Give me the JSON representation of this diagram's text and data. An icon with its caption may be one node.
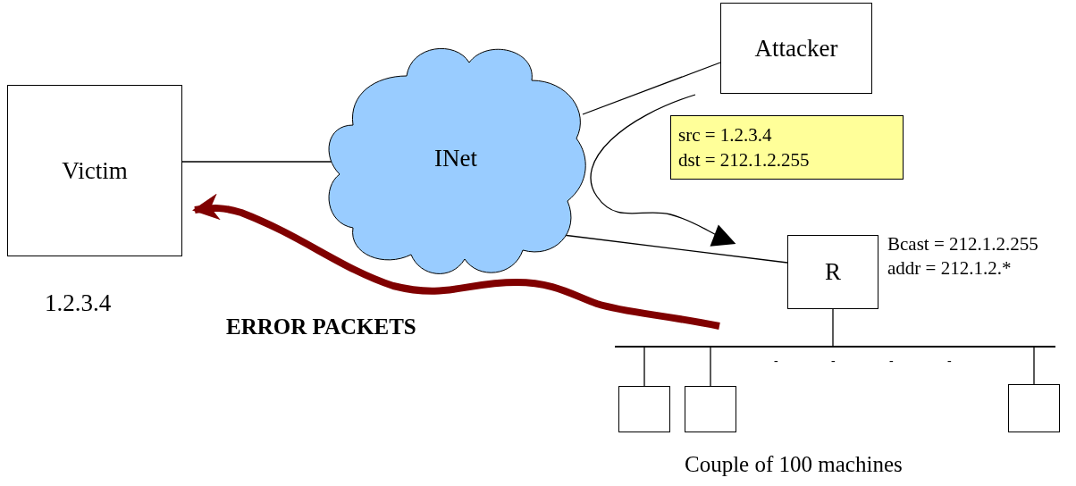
{
  "diagram": {
    "nodes": [
      {
        "text": [
          "Victim"
        ],
        "beside": [
          "1.2.3.4"
        ]
      },
      {
        "text": [
          "INet"
        ]
      },
      {
        "text": [
          "Attacker"
        ]
      },
      {
        "text": [
          "src = 1.2.3.4",
          "dst = 212.1.2.255"
        ]
      },
      {
        "text": [
          "R"
        ],
        "beside": [
          "Bcast = 212.1.2.255",
          "addr = 212.1.2.*"
        ]
      },
      {
        "text": [],
        "shape": "bar"
      },
      {
        "text": [],
        "shape": "box"
      },
      {
        "text": [],
        "shape": "box"
      },
      {
        "text": [],
        "shape": "box"
      }
    ],
    "edges": [
      {
        "from": 0,
        "to": 1,
        "arrow": "none"
      },
      {
        "from": 1,
        "to": 2,
        "arrow": "none"
      },
      {
        "from": 1,
        "to": 4,
        "arrow": "none"
      },
      {
        "from": null,
        "to": 4,
        "arrow": "to"
      },
      {
        "from": null,
        "to": 0,
        "arrow": "to",
        "style": "thick",
        "color": "#800000"
      },
      {
        "from": 4,
        "to": 5,
        "arrow": "none"
      },
      {
        "from": 5,
        "to": 6,
        "arrow": "none"
      },
      {
        "from": 5,
        "to": 7,
        "arrow": "none"
      },
      {
        "from": 5,
        "to": 8,
        "arrow": "none"
      }
    ],
    "labels": [
      "ERROR PACKETS",
      "-",
      "-",
      "-",
      "-",
      "Couple of 100 machines"
    ]
  }
}
